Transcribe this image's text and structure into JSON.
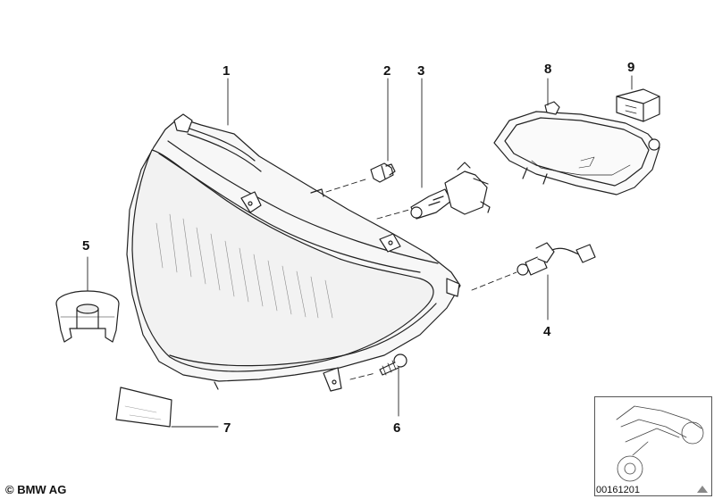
{
  "callouts": {
    "c1": "1",
    "c2": "2",
    "c3": "3",
    "c4": "4",
    "c5": "5",
    "c6": "6",
    "c7": "7",
    "c8": "8",
    "c9": "9"
  },
  "footer": {
    "copyright": "© BMW AG",
    "reference_number": "00161201"
  },
  "colors": {
    "line": "#222222",
    "lens_fill": "#f4f4f4"
  }
}
